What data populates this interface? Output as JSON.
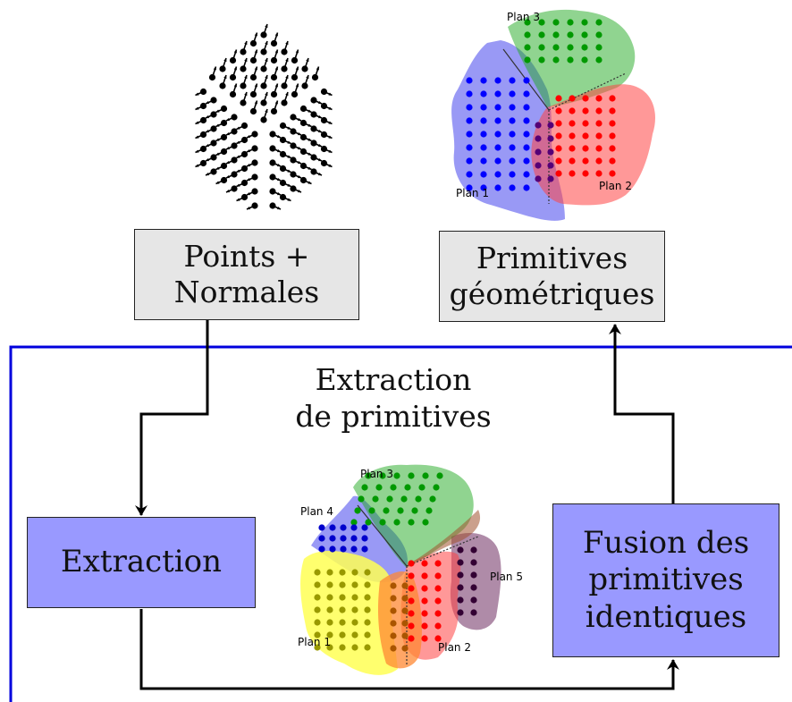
{
  "boxes": {
    "points_normales": "Points +\nNormales",
    "primitives_geometriques": "Primitives\ngéométriques",
    "extraction": "Extraction",
    "fusion": "Fusion des\nprimitives\nidentiques"
  },
  "region_label": "Extraction\nde primitives",
  "top_planes": [
    "Plan 3",
    "Plan 1",
    "Plan 2"
  ],
  "bottom_planes": [
    "Plan 3",
    "Plan 4",
    "Plan 5",
    "Plan 1",
    "Plan 2"
  ],
  "colors": {
    "region_border": "#0000dd",
    "process_box": "#9999ff",
    "data_box": "#e6e6e6",
    "plane_blue": "#5555ee",
    "plane_green": "#22aa22",
    "plane_red": "#ff4444",
    "plane_yellow": "#ffff55",
    "plane_purple": "#7a3d6e",
    "plane_orange": "#ff8833"
  }
}
